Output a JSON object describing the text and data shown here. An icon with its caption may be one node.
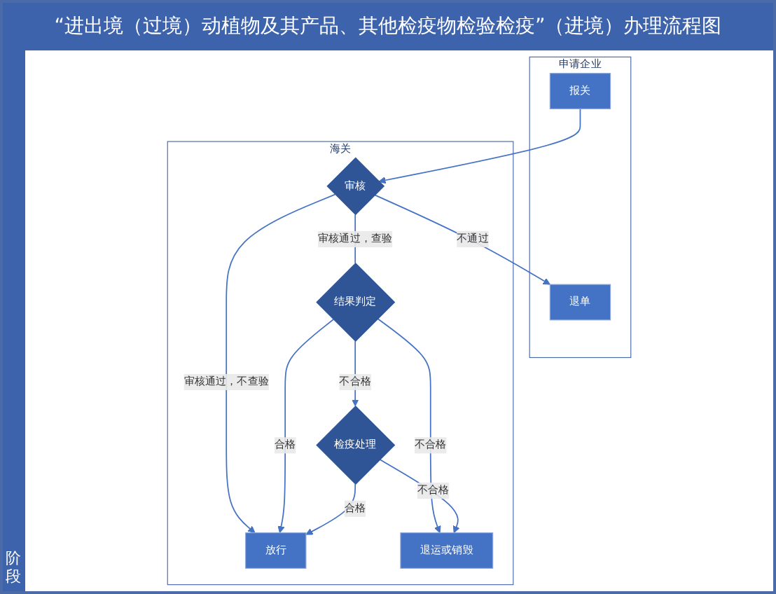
{
  "diagram": {
    "title": "“进出境（过境）动植物及其产品、其他检疫物检验检疫”（进境）办理流程图",
    "nodes": [
      {
        "text": [
          "申请企业"
        ]
      },
      {
        "text": [
          "报关"
        ],
        "in": 0
      },
      {
        "text": [
          "退单"
        ],
        "in": 0
      },
      {
        "text": [
          "海关"
        ]
      },
      {
        "text": [
          "审核"
        ],
        "in": 3
      },
      {
        "text": [
          "结果判定"
        ],
        "in": 3
      },
      {
        "text": [
          "放行"
        ],
        "in": 3
      },
      {
        "text": [
          "检疫处理"
        ],
        "in": 3
      },
      {
        "text": [
          "退运或销毁"
        ],
        "in": 3
      }
    ],
    "edges": [
      {
        "from": 1,
        "to": 4,
        "arrow": "to"
      },
      {
        "from": 4,
        "to": 2,
        "arrow": "to",
        "label": "不通过"
      },
      {
        "from": 4,
        "to": 5,
        "arrow": "none",
        "label": "审核通过，查验"
      },
      {
        "from": 4,
        "to": 6,
        "arrow": "to",
        "label": "审核通过，不查验"
      },
      {
        "from": 5,
        "to": 6,
        "arrow": "to",
        "label": "合格"
      },
      {
        "from": 5,
        "to": 7,
        "arrow": "to",
        "label": "不合格"
      },
      {
        "from": 5,
        "to": 8,
        "arrow": "to",
        "label": "不合格"
      },
      {
        "from": 7,
        "to": 8,
        "arrow": "to",
        "label": "不合格"
      },
      {
        "from": 7,
        "to": 6,
        "arrow": "to",
        "label": "合格"
      }
    ],
    "labels": [
      "阶段"
    ]
  }
}
